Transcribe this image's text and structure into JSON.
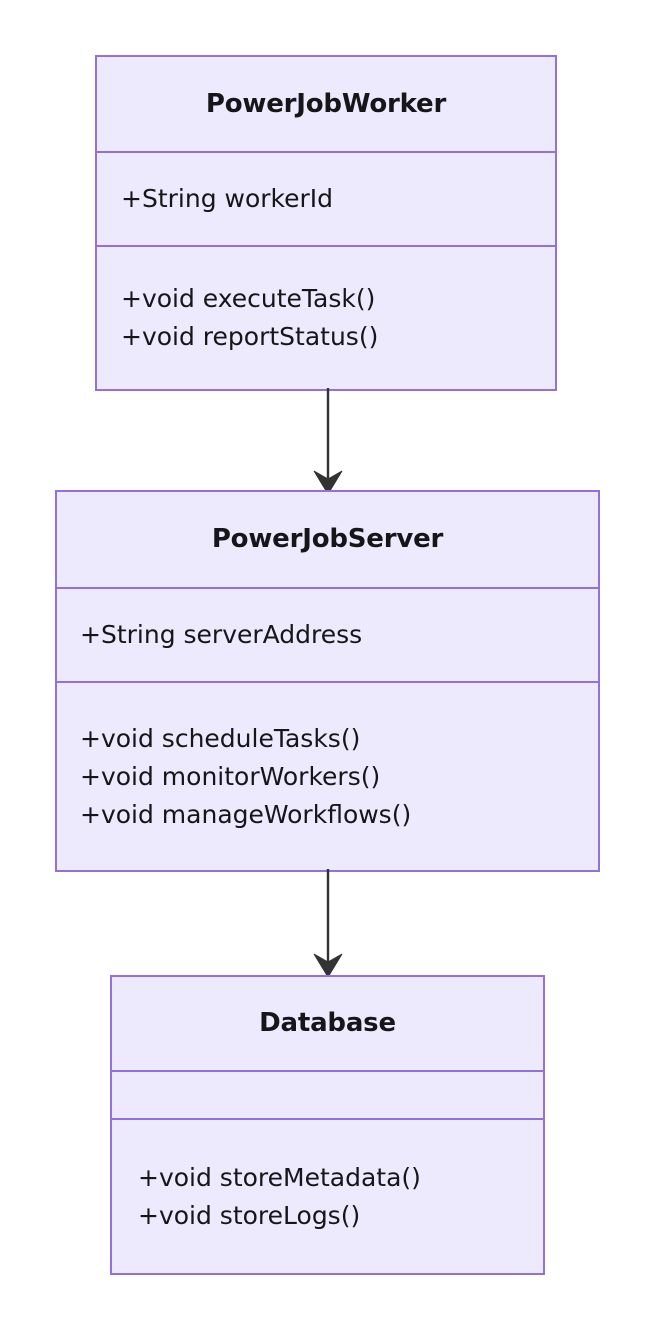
{
  "diagram": {
    "type": "uml-class-diagram",
    "orientation": "top-down",
    "colors": {
      "node_fill": "#ECEAFC",
      "node_border": "#9370DB",
      "text": "#16161a",
      "edge": "#333333",
      "background": "#ffffff"
    }
  },
  "classes": [
    {
      "id": "power-job-worker",
      "name": "PowerJobWorker",
      "attributes": [
        "+String workerId"
      ],
      "methods": [
        "+void executeTask()",
        "+void reportStatus()"
      ]
    },
    {
      "id": "power-job-server",
      "name": "PowerJobServer",
      "attributes": [
        "+String serverAddress"
      ],
      "methods": [
        "+void scheduleTasks()",
        "+void monitorWorkers()",
        "+void manageWorkflows()"
      ]
    },
    {
      "id": "database",
      "name": "Database",
      "attributes": [],
      "methods": [
        "+void storeMetadata()",
        "+void storeLogs()"
      ]
    }
  ],
  "relationships": [
    {
      "id": "worker-to-server",
      "from": "PowerJobWorker",
      "to": "PowerJobServer",
      "style": "solid",
      "arrowhead": "filled-barb",
      "label": ""
    },
    {
      "id": "server-to-database",
      "from": "PowerJobServer",
      "to": "Database",
      "style": "solid",
      "arrowhead": "filled-barb",
      "label": ""
    }
  ]
}
